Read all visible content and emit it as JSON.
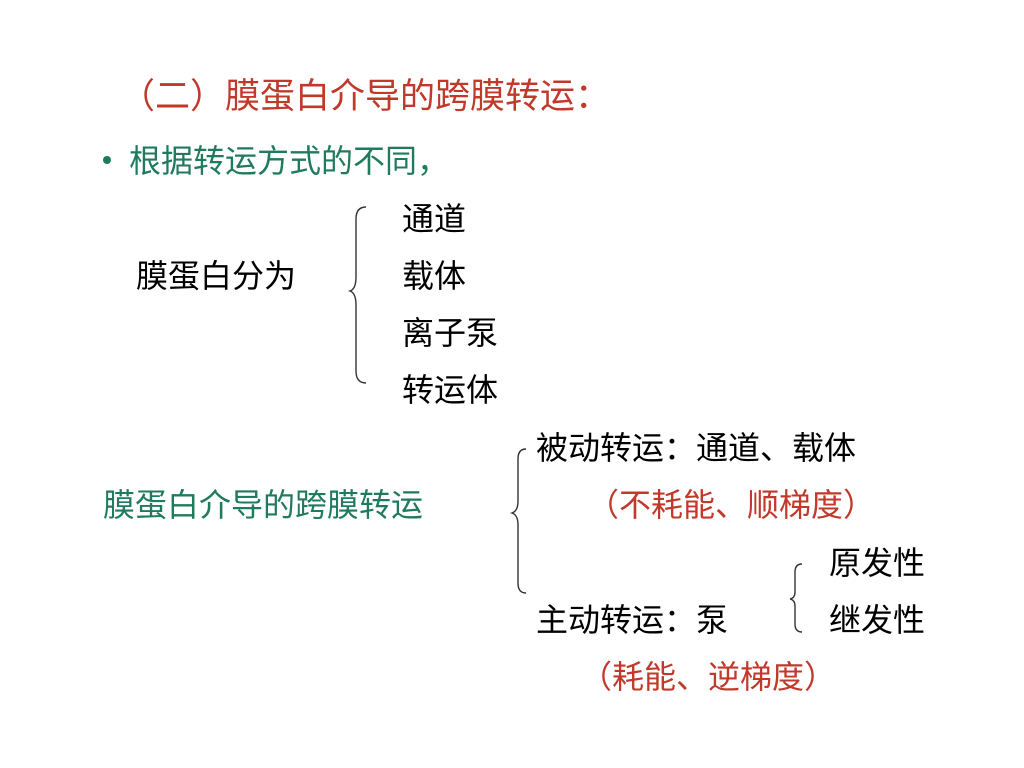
{
  "title": {
    "paren": "（二）",
    "main": "膜蛋白介导的跨膜转运："
  },
  "bullet": {
    "text": "根据转运方式的不同，"
  },
  "protein_types": {
    "label": "膜蛋白分为",
    "items": [
      "通道",
      "载体",
      "离子泵",
      "转运体"
    ]
  },
  "transport": {
    "label": "膜蛋白介导的跨膜转运",
    "passive": {
      "text": "被动转运：通道、载体",
      "note": "（不耗能、顺梯度）"
    },
    "active": {
      "text": "主动转运：泵",
      "types": [
        "原发性",
        "继发性"
      ],
      "note": "（耗能、逆梯度）"
    }
  },
  "colors": {
    "title": "#c0392b",
    "green": "#1f7a5e",
    "red": "#c0392b",
    "black": "#000000"
  }
}
